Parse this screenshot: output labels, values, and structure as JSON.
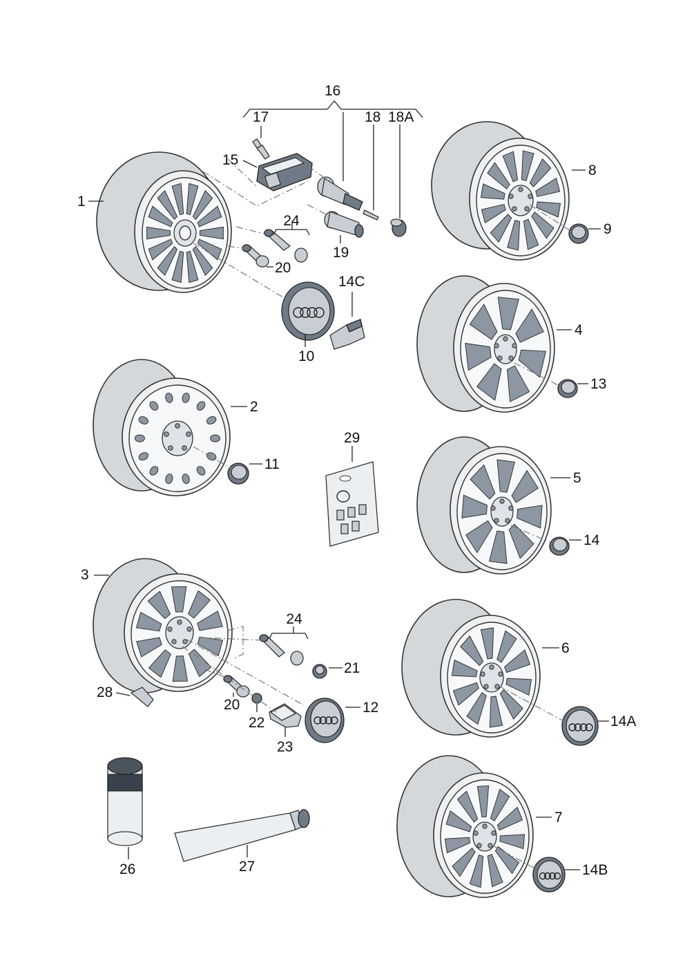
{
  "labels": {
    "l1": "1",
    "l2": "2",
    "l3": "3",
    "l4": "4",
    "l5": "5",
    "l6": "6",
    "l7": "7",
    "l8": "8",
    "l9": "9",
    "l10": "10",
    "l11": "11",
    "l12": "12",
    "l13": "13",
    "l14": "14",
    "l14A": "14A",
    "l14B": "14B",
    "l14C": "14C",
    "l15": "15",
    "l16": "16",
    "l17": "17",
    "l18": "18",
    "l18A": "18A",
    "l19": "19",
    "l20a": "20",
    "l20b": "20",
    "l21": "21",
    "l22": "22",
    "l23": "23",
    "l24a": "24",
    "l24b": "24",
    "l26": "26",
    "l27": "27",
    "l28": "28",
    "l29": "29"
  }
}
